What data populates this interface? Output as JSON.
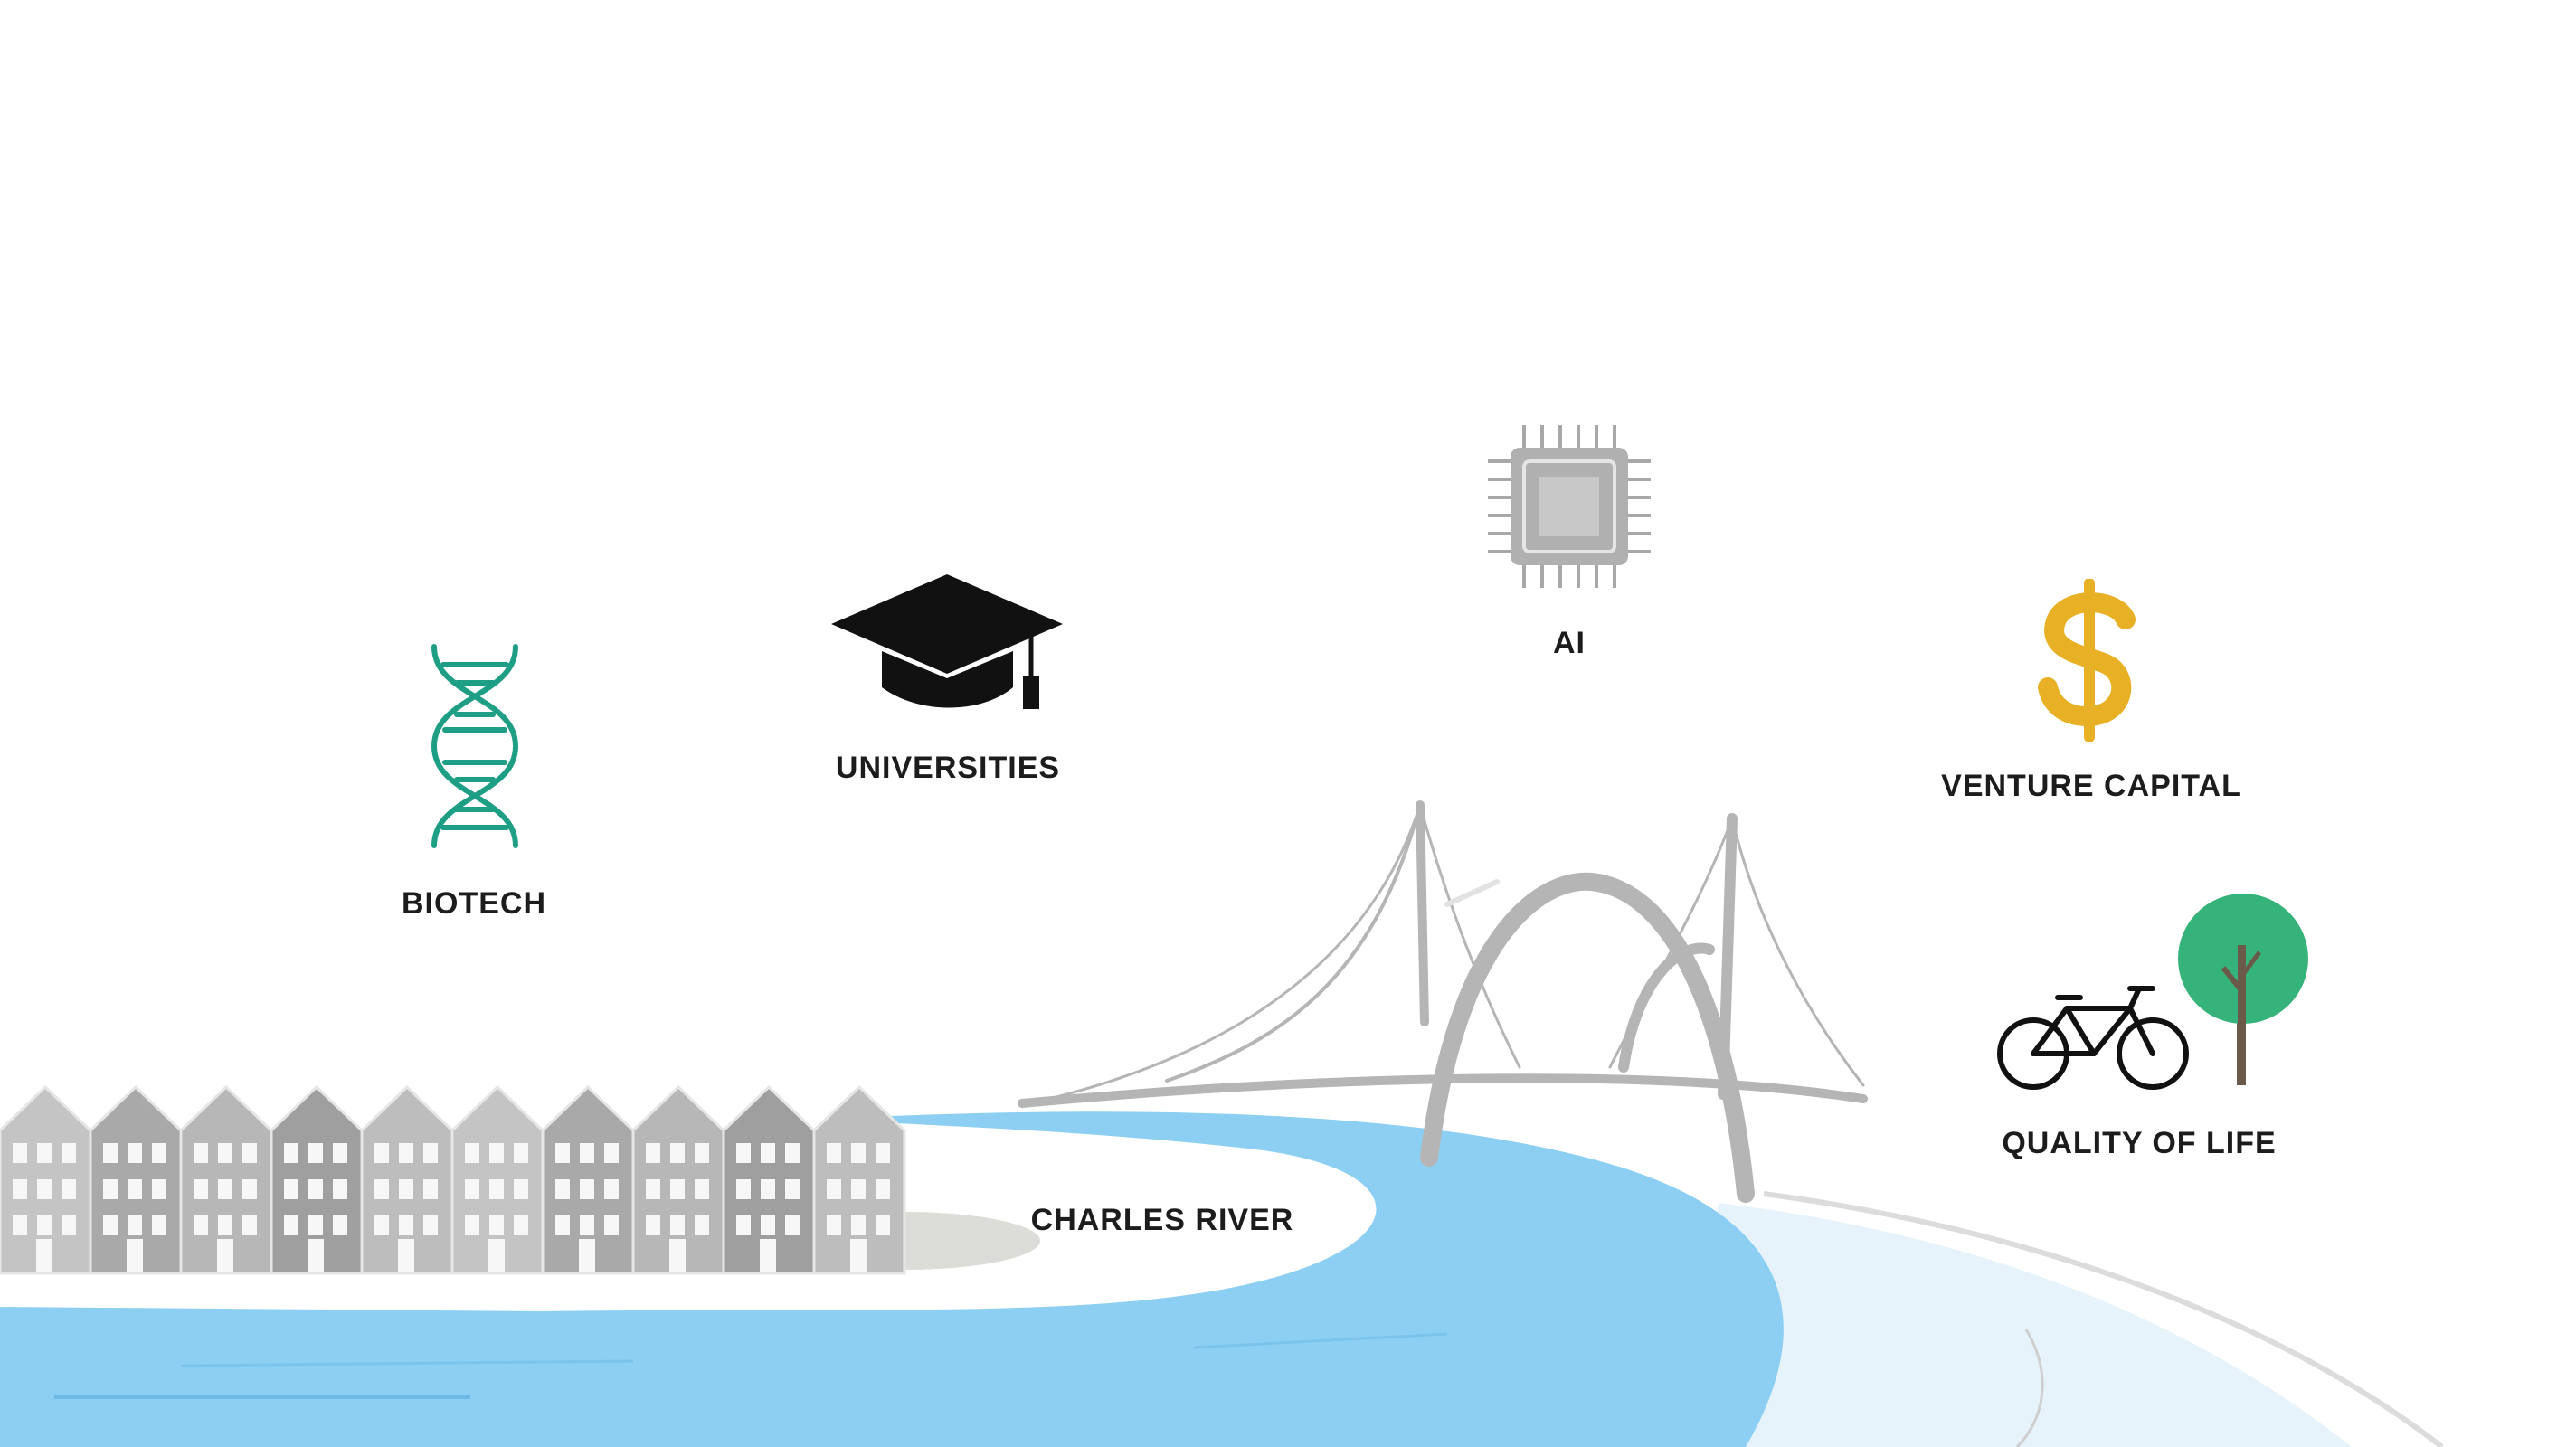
{
  "labels": {
    "biotech": "BIOTECH",
    "universities": "UNIVERSITIES",
    "ai": "AI",
    "venture_capital": "VENTURE CAPITAL",
    "quality_of_life": "QUALITY OF LIFE",
    "charles_river": "CHARLES RIVER"
  },
  "icons": {
    "biotech": "dna-icon",
    "universities": "graduation-cap-icon",
    "ai": "microchip-icon",
    "venture_capital": "dollar-sign-icon",
    "quality_of_life": [
      "bicycle-icon",
      "tree-icon"
    ]
  },
  "colors": {
    "dna": "#1f9e86",
    "dollar": "#e8b024",
    "tree": "#36b37a",
    "trunk": "#6b5a4a",
    "river": "#8ccff3",
    "river_light": "#e7f3fb",
    "buildings": "#b8b8b8",
    "bridge": "#b5b5b5"
  }
}
